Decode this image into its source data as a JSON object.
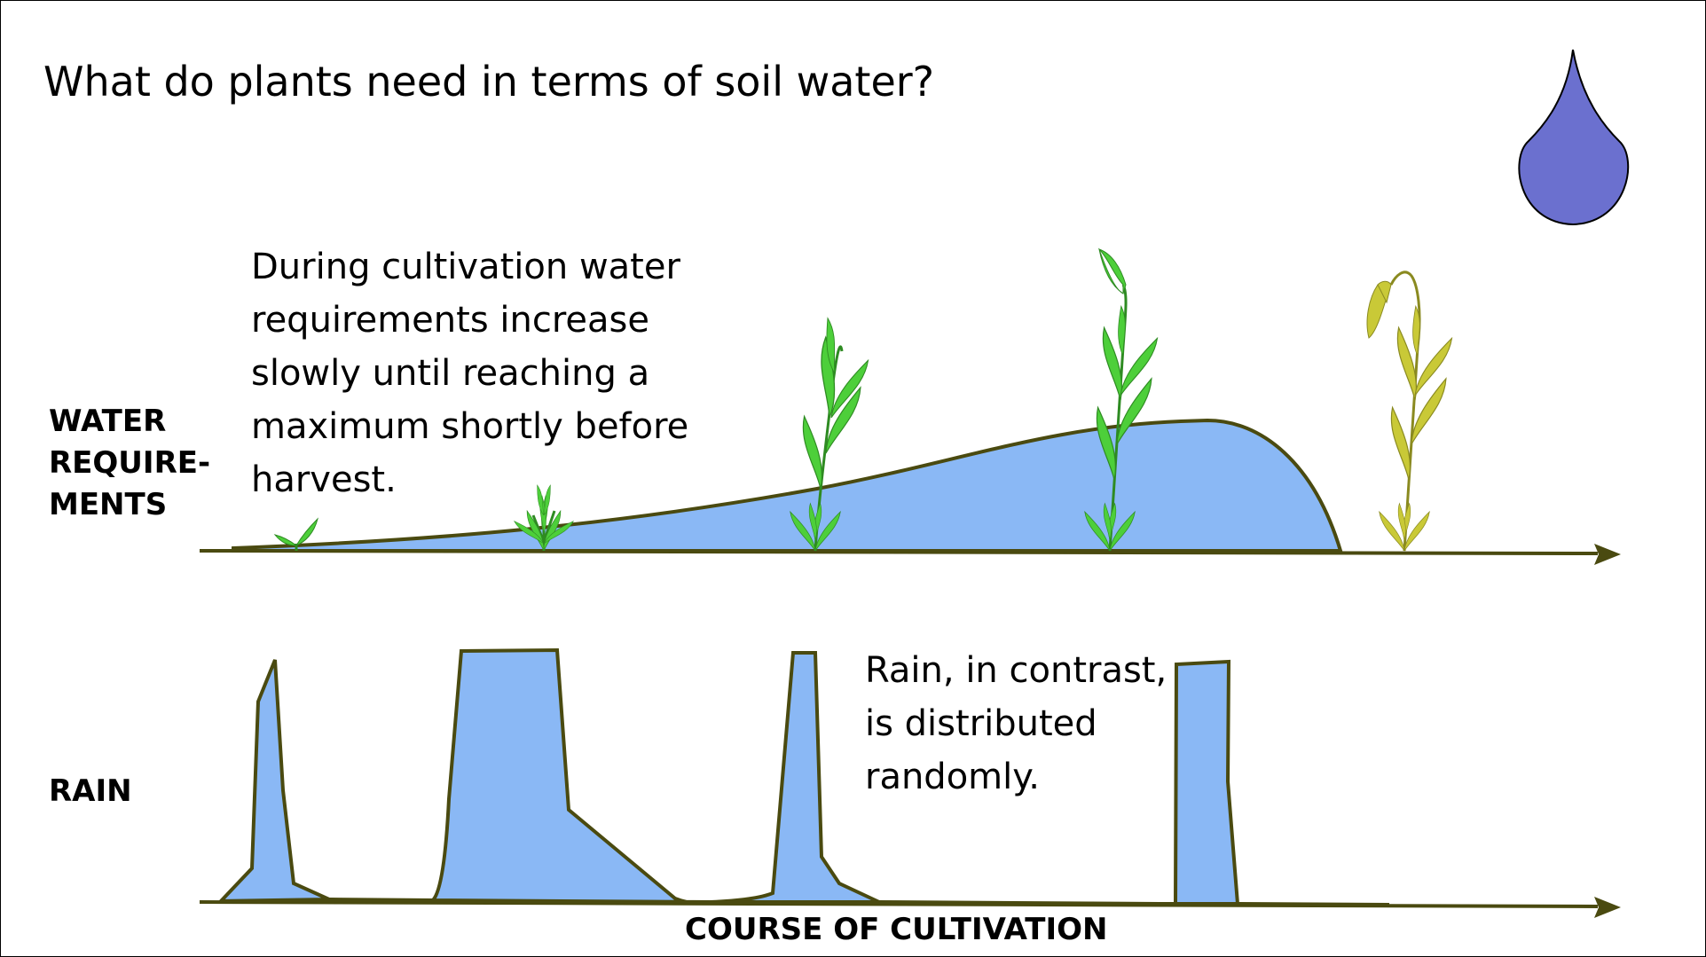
{
  "title": "What do plants need in terms of soil water?",
  "water_requirements": {
    "label_lines": [
      "WATER",
      "REQUIRE-",
      "MENTS"
    ],
    "description_lines": [
      "During cultivation water",
      "requirements increase",
      "slowly until reaching a",
      "maximum shortly before",
      "harvest."
    ]
  },
  "rain": {
    "label": "RAIN",
    "description_lines": [
      "Rain, in contrast,",
      "is distributed",
      "randomly."
    ]
  },
  "x_axis_label": "COURSE OF CULTIVATION",
  "growth_stages": [
    "sprout",
    "young plant",
    "growing plant",
    "flowering plant",
    "ripe plant"
  ],
  "colors": {
    "water_fill": "#8ab8f5",
    "outline": "#4a4a10",
    "drop_fill": "#6b70cf",
    "green_plant": "#4dcf3a",
    "ripe_plant": "#c9c937"
  },
  "icons": [
    "water-drop-icon"
  ]
}
